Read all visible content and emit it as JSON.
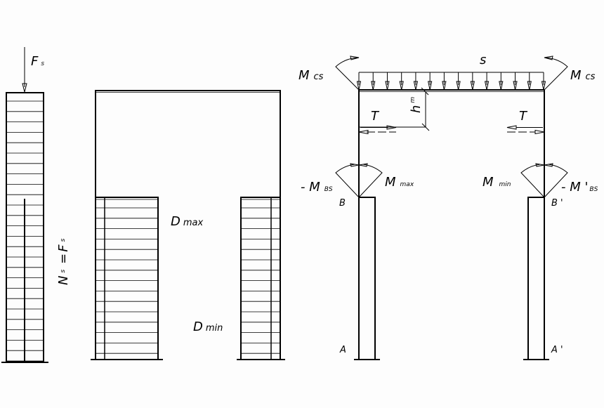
{
  "labels": {
    "Fs": {
      "main": "F",
      "sub": "s"
    },
    "Ns": {
      "main": "N",
      "sub": "s",
      "eq": "=",
      "rhs_main": "F",
      "rhs_sub": "s"
    },
    "Dmax": {
      "main": "D",
      "sub": "max"
    },
    "Dmin": {
      "main": "D",
      "sub": "min"
    },
    "Mcs_left": {
      "main": "M",
      "sub": "cs"
    },
    "Mcs_right": {
      "main": "M",
      "sub": "cs"
    },
    "s": "s",
    "hm": {
      "main": "h",
      "sub": "m"
    },
    "T_left": "T",
    "T_right": "T",
    "MBS": {
      "main": "- M",
      "sub": "BS"
    },
    "Mmax": {
      "main": "M",
      "sub": "max"
    },
    "Mmin": {
      "main": "M",
      "sub": "min"
    },
    "MBSprime": {
      "main": "- M '",
      "sub": "BS"
    },
    "B": "B",
    "Bprime": "B '",
    "A": "A",
    "Aprime": "A '"
  },
  "colors": {
    "line": "#000000",
    "background": "#fdfdfd"
  }
}
